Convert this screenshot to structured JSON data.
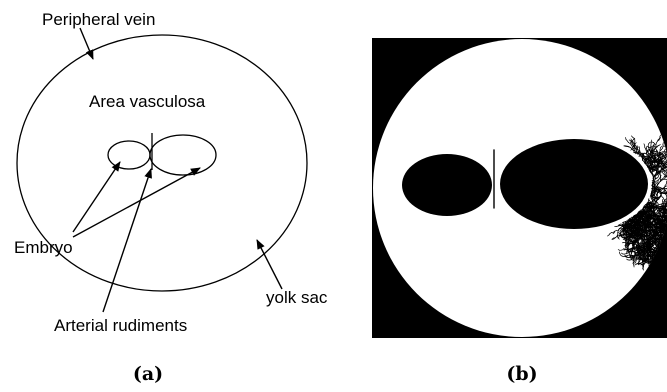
{
  "panel_a": {
    "caption": "(a)",
    "labels": {
      "peripheral_vein": "Peripheral vein",
      "area_vasculosa": "Area vasculosa",
      "embryo": "Embryo",
      "yolk_sac": "yolk sac",
      "arterial_rudiments": "Arterial rudiments"
    }
  },
  "panel_b": {
    "caption": "(b)"
  },
  "colors": {
    "ink": "#000000",
    "background": "#ffffff"
  }
}
